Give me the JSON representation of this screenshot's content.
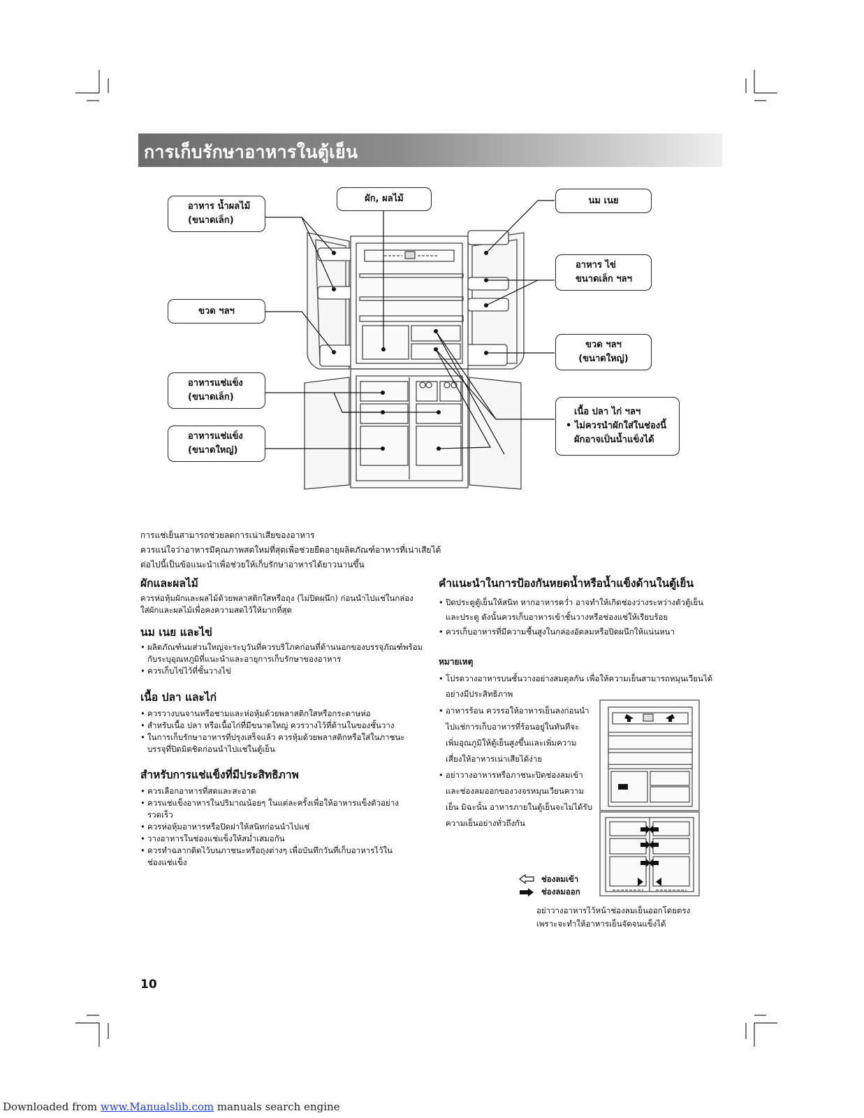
{
  "title": "การเก็บรักษาอาหารในตู้เย็น",
  "diagram": {
    "labels": {
      "food_juice_l1": "อาหาร น้ำผลไม้",
      "food_juice_l2": "(ขนาดเล็ก)",
      "veg_fruit": "ผัก, ผลไม้",
      "milk_butter": "นม เนย",
      "food_egg_l1": "อาหาร ไข่",
      "food_egg_l2": "ขนาดเล็ก ฯลฯ",
      "bottle_small": "ขวด ฯลฯ",
      "bottle_large_l1": "ขวด ฯลฯ",
      "bottle_large_l2": "(ขนาดใหญ่)",
      "frozen_small_l1": "อาหารแช่แข็ง",
      "frozen_small_l2": "(ขนาดเล็ก)",
      "frozen_large_l1": "อาหารแช่แข็ง",
      "frozen_large_l2": "(ขนาดใหญ่)",
      "meat_l1": "เนื้อ ปลา ไก่ ฯลฯ",
      "meat_l2": "ไม่ควรนำผักใส่ในช่องนี้",
      "meat_l3": "ผักอาจเป็นน้ำแข็งได้"
    }
  },
  "intro": [
    "การแช่เย็นสามารถช่วยลดการเน่าเสียของอาหาร",
    "ควรแน่ใจว่าอาหารมีคุณภาพสดใหม่ที่สุดเพื่อช่วยยืดอายุผลิตภัณฑ์อาหารที่เน่าเสียได้",
    "ต่อไปนี้เป็นข้อแนะนำเพื่อช่วยให้เก็บรักษาอาหารได้ยาวนานขึ้น"
  ],
  "left": {
    "veg": {
      "heading": "ผักและผลไม้",
      "lines": [
        "ควรห่อหุ้มผักและผลไม้ด้วยพลาสติกใสหรือถุง (ไม่ปิดผนึก) ก่อนนำไปแช่ในกล่อง",
        "ใส่ผักและผลไม้เพื่อคงความสดไว้ให้มากที่สุด"
      ]
    },
    "dairy": {
      "heading": "นม เนย และไข่",
      "b1_l1": "ผลิตภัณฑ์นมส่วนใหญ่จะระบุวันที่ควรบริโภคก่อนที่ด้านนอกของบรรจุภัณฑ์พร้อม",
      "b1_l2": "กับระบุอุณหภูมิที่แนะนำและอายุการเก็บรักษาของอาหาร",
      "b2": "ควรเก็บไข่ไว้ที่ชั้นวางไข่"
    },
    "meat": {
      "heading": "เนื้อ ปลา และไก่",
      "b1": "ควรวางบนจานหรือชามและห่อหุ้มด้วยพลาสติกใสหรือกระดาษห่อ",
      "b2": "สำหรับเนื้อ ปลา หรือเนื้อไก่ที่มีขนาดใหญ่ ควรวางไว้ที่ด้านในของชั้นวาง",
      "b3_l1": "ในการเก็บรักษาอาหารที่ปรุงเสร็จแล้ว ควรหุ้มด้วยพลาสติกหรือใส่ในภาชนะ",
      "b3_l2": "บรรจุที่ปิดมิดชิดก่อนนำไปแช่ในตู้เย็น"
    },
    "freeze": {
      "heading": "สำหรับการแช่แข็งที่มีประสิทธิภาพ",
      "b1": "ควรเลือกอาหารที่สดและสะอาด",
      "b2_l1": "ควรแช่แข็งอาหารในปริมาณน้อยๆ ในแต่ละครั้งเพื่อให้อาหารแข็งตัวอย่าง",
      "b2_l2": "รวดเร็ว",
      "b3": "ควรห่อหุ้มอาหารหรือปิดฝาให้สนิทก่อนนำไปแช่",
      "b4": "วางอาหารในช่องแช่แข็งให้สม่ำเสมอกัน",
      "b5_l1": "ควรทำฉลากติดไว้บนภาชนะหรือถุงต่างๆ เพื่อบันทึกวันที่เก็บอาหารไว้ใน",
      "b5_l2": "ช่องแช่แข็ง"
    }
  },
  "right": {
    "heading": "คำแนะนำในการป้องกันหยดน้ำหรือน้ำแข็งด้านในตู้เย็น",
    "b1_l1": "ปิดประตูตู้เย็นให้สนิท หากอาหารคว่ำ อาจทำให้เกิดช่องว่างระหว่างตัวตู้เย็น",
    "b1_l2": "และประตู ดังนั้นควรเก็บอาหารเข้าชั้นวางหรือช่องแช่ให้เรียบร้อย",
    "b2": "ควรเก็บอาหารที่มีความชื้นสูงในกล่องอัดลมหรือปิดผนึกให้แน่นหนา",
    "note_heading": "หมายเหตุ",
    "n1_l1": "โปรดวางอาหารบนชั้นวางอย่างสมดุลกัน เพื่อให้ความเย็นสามารถหมุนเวียนได้",
    "n1_l2": "อย่างมีประสิทธิภาพ",
    "n2_l1": "อาหารร้อน ควรรอให้อาหารเย็นลงก่อนนำ",
    "n2_l2": "ไปแช่การเก็บอาหารที่ร้อนอยู่ในทันทีจะ",
    "n2_l3": "เพิ่มอุณภูมิให้ตู้เย็นสูงขึ้นและเพิ่มความ",
    "n2_l4": "เสี่ยงให้อาหารเน่าเสียได้ง่าย",
    "n3_l1": "อย่าวางอาหารหรือภาชนะปิดช่องลมเข้า",
    "n3_l2": "และช่องลมออกของวงจรหมุนเวียนความ",
    "n3_l3": "เย็น มิฉะนั้น อาหารภายในตู้เย็นจะไม่ได้รับ",
    "n3_l4": "ความเย็นอย่างทั่วถึงกัน",
    "legend_in": "ช่องลมเข้า",
    "legend_out": "ช่องลมออก",
    "caption_l1": "อย่าวางอาหารไว้หน้าช่องลมเย็นออกโดยตรง",
    "caption_l2": "เพราะจะทำให้อาหารเย็นจัดจนแข็งได้"
  },
  "page_number": "10",
  "footer": {
    "prefix": "Downloaded from ",
    "link": "www.Manualslib.com",
    "suffix": " manuals search engine"
  }
}
